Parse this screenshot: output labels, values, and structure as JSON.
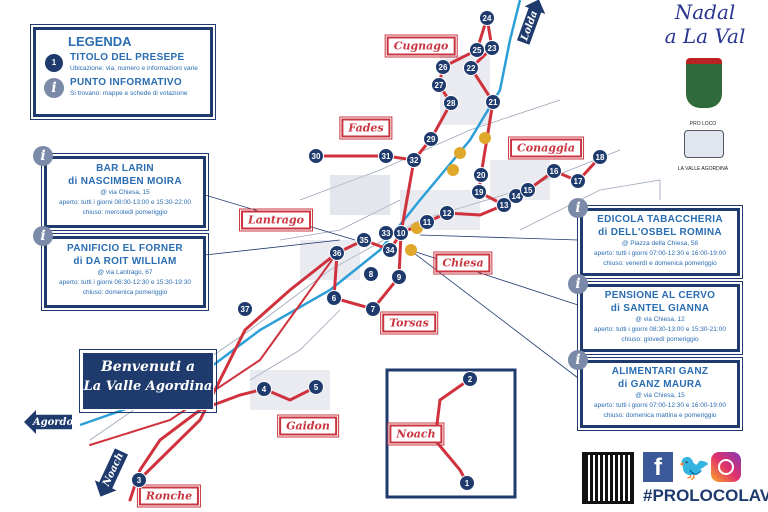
{
  "legend": {
    "title": "LEGENDA",
    "marker_number": "1",
    "item1_title": "TITOLO DEL PRESEPE",
    "item1_desc": "Ubicazione: via, numero e informazioni varie",
    "item2_title": "PUNTO INFORMATIVO",
    "item2_desc": "Si trovano: mappe e schede di votazione"
  },
  "info_points": [
    {
      "name": "BAR LARIN",
      "owner": "di NASCIMBEN MOIRA",
      "address": "@ via Chiesa, 15",
      "open": "aperto: tutti i giorni 08:00-13:00 e 15:30-22:00",
      "closed": "chiuso: mercoledì pomeriggio"
    },
    {
      "name": "PANIFICIO EL FORNER",
      "owner": "di DA ROIT WILLIAM",
      "address": "@ via Lantrago, 67",
      "open": "aperto: tutti i giorni 06:30-12:30 e 15:30-19:30",
      "closed": "chiuso: domenica pomeriggio"
    },
    {
      "name": "EDICOLA TABACCHERIA",
      "owner": "di DELL'OSBEL ROMINA",
      "address": "@ Piazza della Chiesa, 58",
      "open": "aperto: tutti i giorni 07:00-12:30 e 16:00-19:00",
      "closed": "chiuso: venerdì e domenica pomeriggio"
    },
    {
      "name": "PENSIONE AL CERVO",
      "owner": "di SANTEL GIANNA",
      "address": "@ via Chiesa, 12",
      "open": "aperto: tutti i giorni 08:30-13:00 e 15:30-21:00",
      "closed": "chiuso: giovedì pomeriggio"
    },
    {
      "name": "ALIMENTARI GANZ",
      "owner": "di GANZ MAURA",
      "address": "@ via Chiesa, 15",
      "open": "aperto: tutti i giorni 07:00-12:30 e 16:00-19:00",
      "closed": "chiuso: domenica mattina e pomeriggio"
    }
  ],
  "info_icon": "i",
  "places": [
    "Cugnago",
    "Fades",
    "Conaggia",
    "Lantrago",
    "Chiesa",
    "Torsas",
    "Gaidon",
    "Ronche",
    "Noach"
  ],
  "directions": {
    "lolda": "Lolda",
    "agordo": "Agordo",
    "noach": "Noach"
  },
  "welcome": {
    "line1": "Benvenuti a",
    "line2": "La Valle Agordina"
  },
  "markers": [
    "1",
    "2",
    "3",
    "4",
    "5",
    "6",
    "7",
    "8",
    "9",
    "10",
    "11",
    "12",
    "13",
    "14",
    "15",
    "16",
    "17",
    "18",
    "19",
    "20",
    "21",
    "22",
    "23",
    "24",
    "25",
    "26",
    "27",
    "28",
    "29",
    "30",
    "31",
    "32",
    "33",
    "34",
    "35",
    "36",
    "37"
  ],
  "brand": {
    "title1": "Nadal",
    "title2": "a La Val",
    "proloco": "PRO LOCO",
    "town": "LA VALLE AGORDINA",
    "hashtag": "#PROLOCOLAVAL"
  },
  "colors": {
    "navy": "#1f3b6e",
    "red": "#c8343f",
    "accent": "#2a6db3",
    "yellow": "#e0a82a"
  }
}
